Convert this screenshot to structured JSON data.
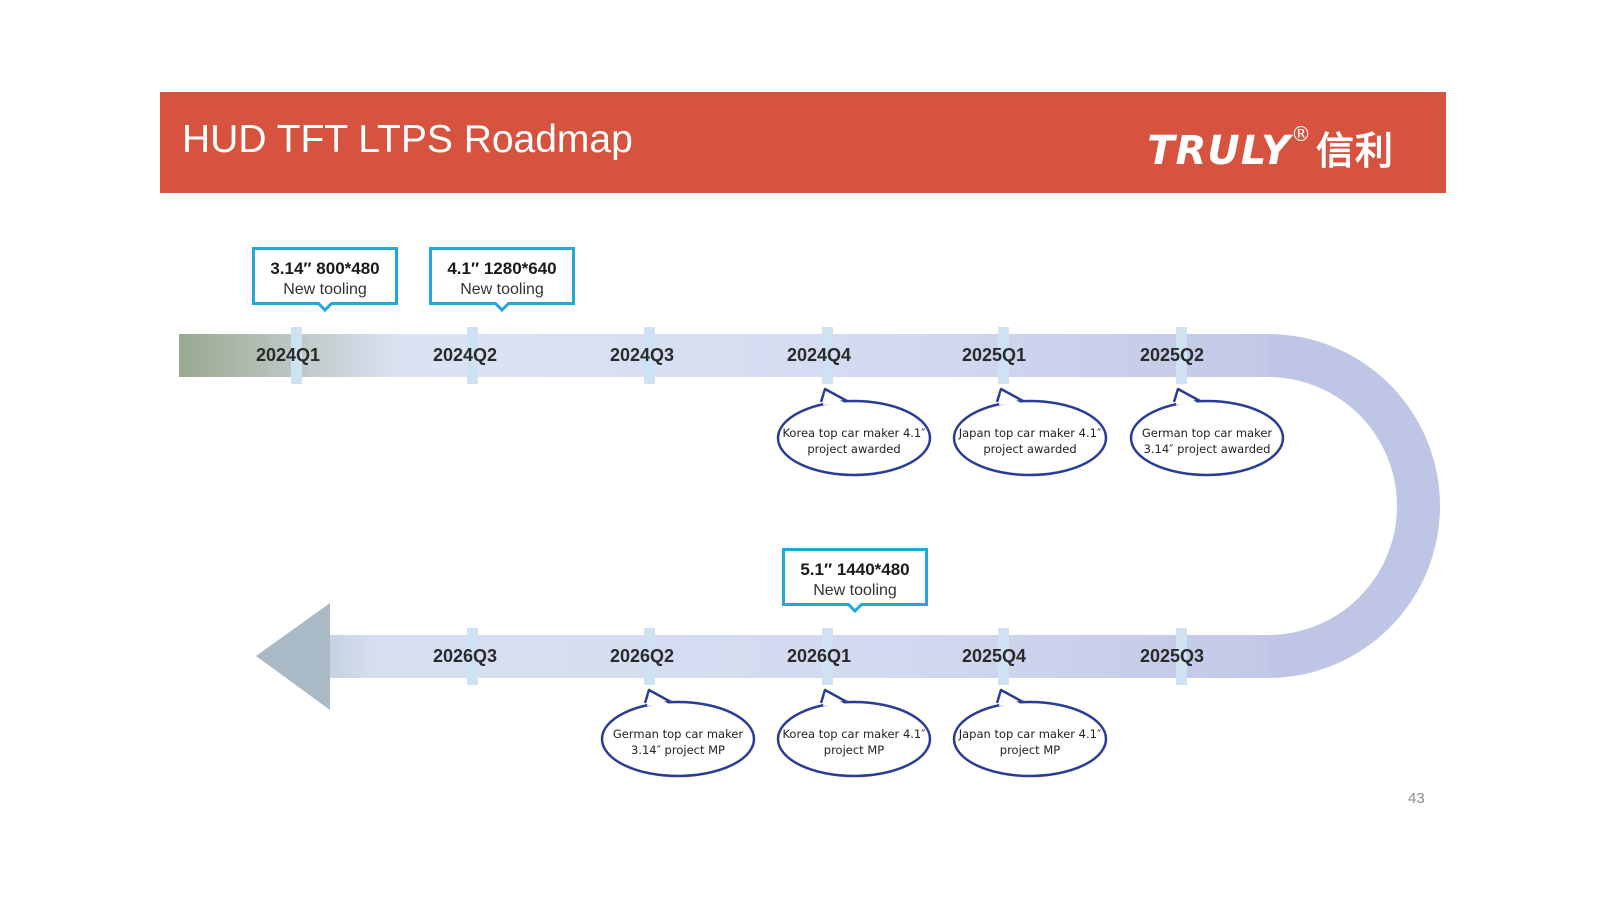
{
  "header": {
    "title": "HUD TFT LTPS Roadmap",
    "logo_text": "TRULY",
    "logo_mark": "®",
    "logo_cn": "信利",
    "bg_color": "#d5533f"
  },
  "timeline": {
    "top_quarters": [
      "2024Q1",
      "2024Q2",
      "2024Q3",
      "2024Q4",
      "2025Q1",
      "2025Q2"
    ],
    "bottom_quarters": [
      "2026Q3",
      "2026Q2",
      "2026Q1",
      "2025Q4",
      "2025Q3"
    ],
    "track_color": "#d3ddf2",
    "curve_color": "#bcc3e3"
  },
  "tooling_callouts": [
    {
      "spec": "3.14″ 800*480",
      "sub": "New tooling",
      "quarter": "2024Q1"
    },
    {
      "spec": "4.1″ 1280*640",
      "sub": "New tooling",
      "quarter": "2024Q2"
    },
    {
      "spec": "5.1″ 1440*480",
      "sub": "New tooling",
      "quarter": "2026Q1"
    }
  ],
  "milestones": [
    {
      "quarter": "2024Q4",
      "line1": "Korea top car maker 4.1″",
      "line2": "project awarded"
    },
    {
      "quarter": "2025Q1",
      "line1": "Japan top car maker 4.1″",
      "line2": "project awarded"
    },
    {
      "quarter": "2025Q2",
      "line1": "German top car maker",
      "line2": "3.14″ project awarded"
    },
    {
      "quarter": "2026Q2",
      "line1": "German top car maker",
      "line2": "3.14″ project MP"
    },
    {
      "quarter": "2026Q1",
      "line1": "Korea top car maker 4.1″",
      "line2": "project MP"
    },
    {
      "quarter": "2025Q4",
      "line1": "Japan top car maker 4.1″",
      "line2": "project MP"
    }
  ],
  "page_number": "43"
}
